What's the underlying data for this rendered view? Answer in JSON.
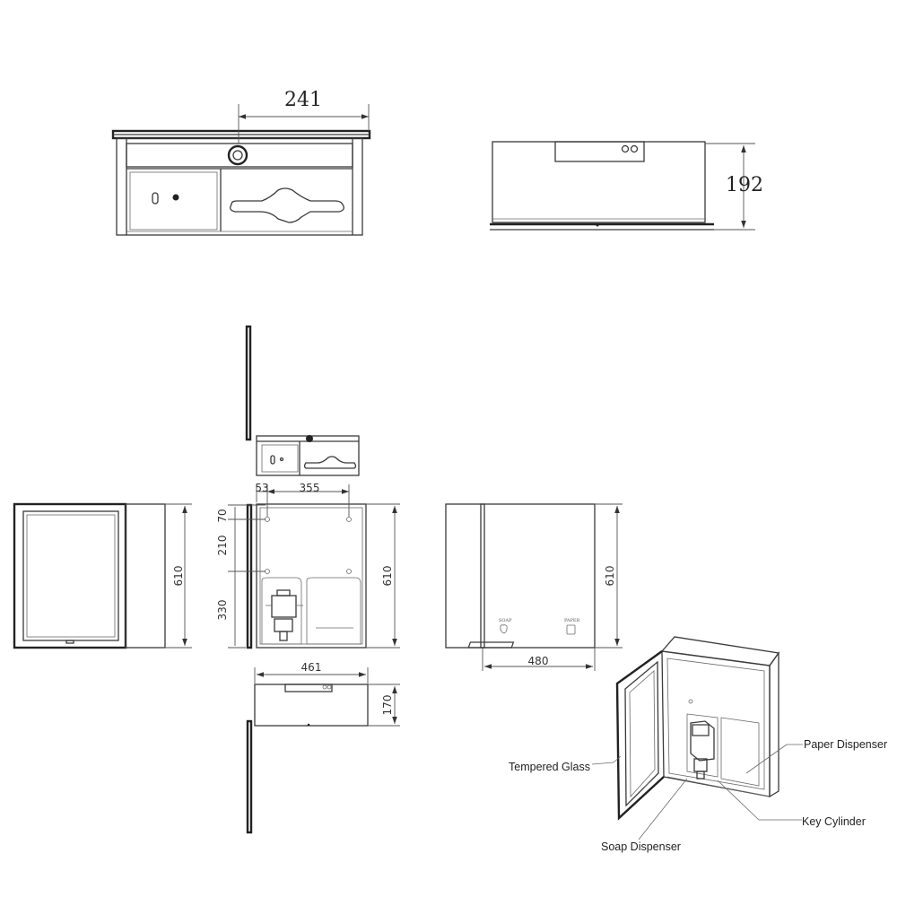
{
  "dimensions": {
    "top_width": "241",
    "side_height": "192",
    "front_left_margin": "53",
    "front_hole_spacing": "355",
    "front_top_offset": "70",
    "front_upper_segment": "210",
    "front_lower_segment": "330",
    "left_view_height": "610",
    "front_view_height": "610",
    "right_view_height": "610",
    "bottom_width": "461",
    "right_view_width": "480",
    "bottom_depth": "170"
  },
  "panel_labels": {
    "soap": "SOAP",
    "paper": "PAPER"
  },
  "callouts": {
    "tempered_glass": "Tempered Glass",
    "paper_dispenser": "Paper Dispenser",
    "key_cylinder": "Key Cylinder",
    "soap_dispenser": "Soap Dispenser"
  }
}
